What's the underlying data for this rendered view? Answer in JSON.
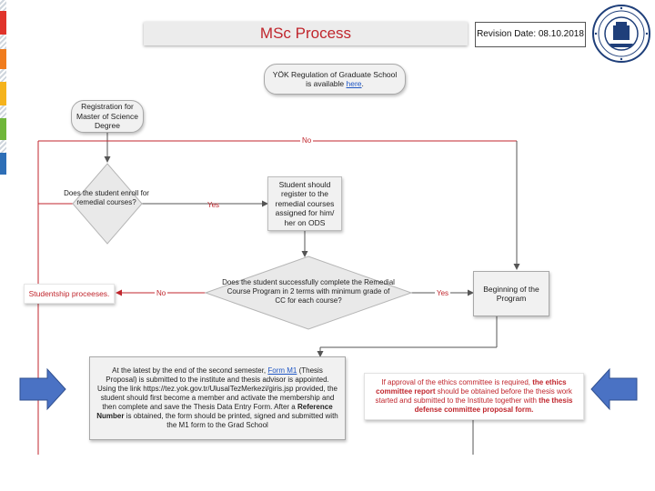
{
  "header": {
    "title": "MSc Process",
    "revision": "Revision Date: 08.10.2018"
  },
  "flow": {
    "yok": {
      "line1": "YÖK Regulation of Graduate School",
      "line2_prefix": "is available ",
      "link": "here",
      "line2_suffix": "."
    },
    "registration": "Registration for Master of Science Degree",
    "q_enroll": "Does the student enroll for remedial courses?",
    "register_remedial": "Student should register to the remedial courses assigned for him/ her on ODS",
    "q_complete": "Does the student successfully complete the Remedial Course Program in 2 terms with minimum grade of CC for each course?",
    "studentship": "Studentship proceeses.",
    "beginning": "Beginning of the Program",
    "m1": {
      "p1": "At the latest by the end of the second semester, ",
      "form_link": "Form M1",
      "p2": " (Thesis Proposal) is submitted to the institute and thesis advisor is appointed. Using the link ",
      "url_text": "https://tez.yok.gov.tr/UlusalTezMerkezi/giris.jsp",
      "p3": " provided, the student should first become a member and activate the membership and then complete and save the Thesis Data Entry Form. After a ",
      "bold": "Reference Number",
      "p4": " is obtained, the form should be printed, signed and submitted with the M1 form to the Grad School"
    },
    "ethics": {
      "p1": "If approval of the ethics committee is required, ",
      "b1": "the ethics committee report",
      "p2": " should be obtained before the thesis work started and submitted to the Institute together with ",
      "b2": "the thesis defense committee proposal form."
    },
    "labels": {
      "no_top": "No",
      "yes_enroll": "Yes",
      "no_complete": "No",
      "yes_complete": "Yes"
    }
  },
  "colors": {
    "accent_red": "#c0262d",
    "link_blue": "#1f56c4",
    "arrow_blue": "#4a72c4",
    "strip": [
      "#e0342b",
      "#f07c1d",
      "#f5b31c",
      "#6fb63a",
      "#1e9a6a",
      "#2e6fb7"
    ]
  },
  "icons": {
    "logo": "university-seal-icon",
    "left_arrow": "right-arrow-icon",
    "right_arrow": "left-arrow-icon"
  }
}
